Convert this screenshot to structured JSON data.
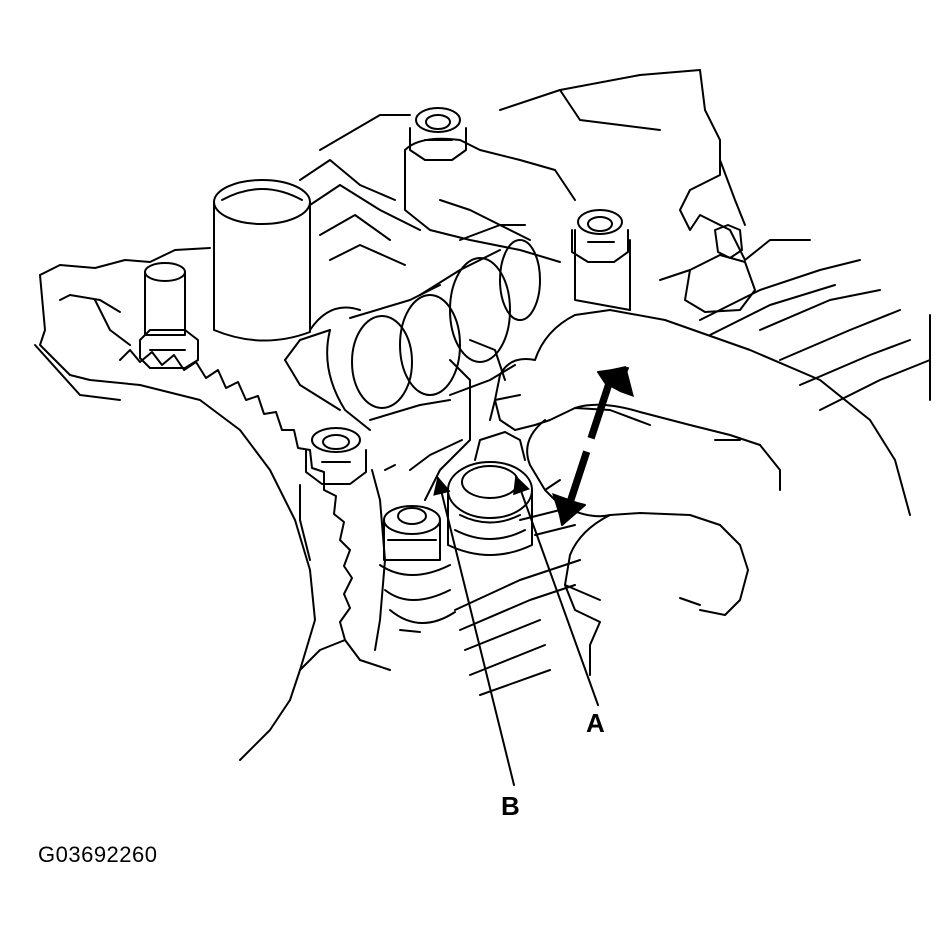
{
  "figure": {
    "id": "G03692260",
    "callouts": {
      "a": "A",
      "b": "B"
    }
  },
  "colors": {
    "ink": "#000000",
    "paper": "#ffffff"
  },
  "icons": {
    "motion": "double-headed-arrow-icon"
  }
}
